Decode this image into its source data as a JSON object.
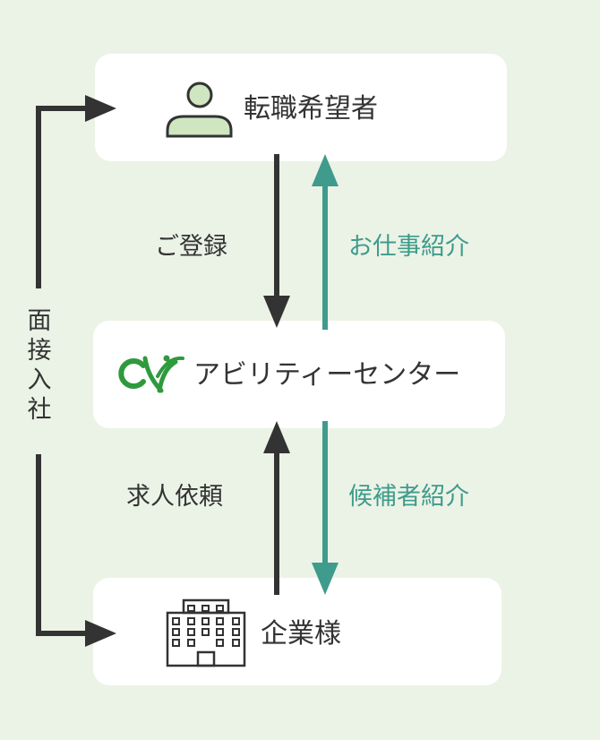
{
  "colors": {
    "background": "#ebf3e6",
    "box": "#ffffff",
    "dark_arrow": "#333333",
    "teal_arrow": "#3f9b8c",
    "brand_green": "#2e9a3c",
    "person_fill": "#cfe6c0"
  },
  "nodes": {
    "seeker": {
      "label": "転職希望者",
      "icon": "person-icon"
    },
    "center": {
      "label": "アビリティーセンター",
      "icon": "ability-center-logo"
    },
    "company": {
      "label": "企業様",
      "icon": "building-icon"
    }
  },
  "flows": {
    "registration": "ご登録",
    "job_introduction": "お仕事紹介",
    "job_request": "求人依頼",
    "candidate_introduction": "候補者紹介",
    "interview_join": [
      "面",
      "接",
      "入",
      "社"
    ]
  }
}
